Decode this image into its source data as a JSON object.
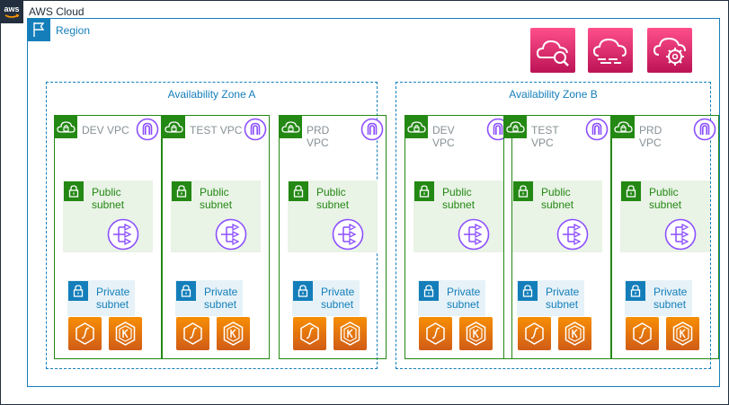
{
  "cloud": {
    "label": "AWS Cloud",
    "logo_text": "aws"
  },
  "region": {
    "label": "Region"
  },
  "services": [
    {
      "icon": "cloudwatch-logs-insights-icon"
    },
    {
      "icon": "cloudwatch-logs-icon"
    },
    {
      "icon": "managed-config-icon"
    }
  ],
  "zones": [
    {
      "label": "Availability Zone A",
      "vpcs": [
        {
          "label": "DEV VPC"
        },
        {
          "label": "TEST VPC"
        },
        {
          "label": "PRD VPC"
        }
      ]
    },
    {
      "label": "Availability Zone B",
      "vpcs": [
        {
          "label": "DEV VPC"
        },
        {
          "label": "TEST VPC"
        },
        {
          "label": "PRD VPC"
        }
      ]
    }
  ],
  "subnets": {
    "public_label": "Public subnet",
    "private_label": "Private subnet"
  },
  "colors": {
    "cloud": "#232f3e",
    "region": "#147eba",
    "vpc": "#248814",
    "public_fill": "#e9f3e6",
    "private_fill": "#e6f2f8",
    "management": "#e7157b",
    "compute": "#ed7100",
    "networking": "#8c4fff"
  }
}
